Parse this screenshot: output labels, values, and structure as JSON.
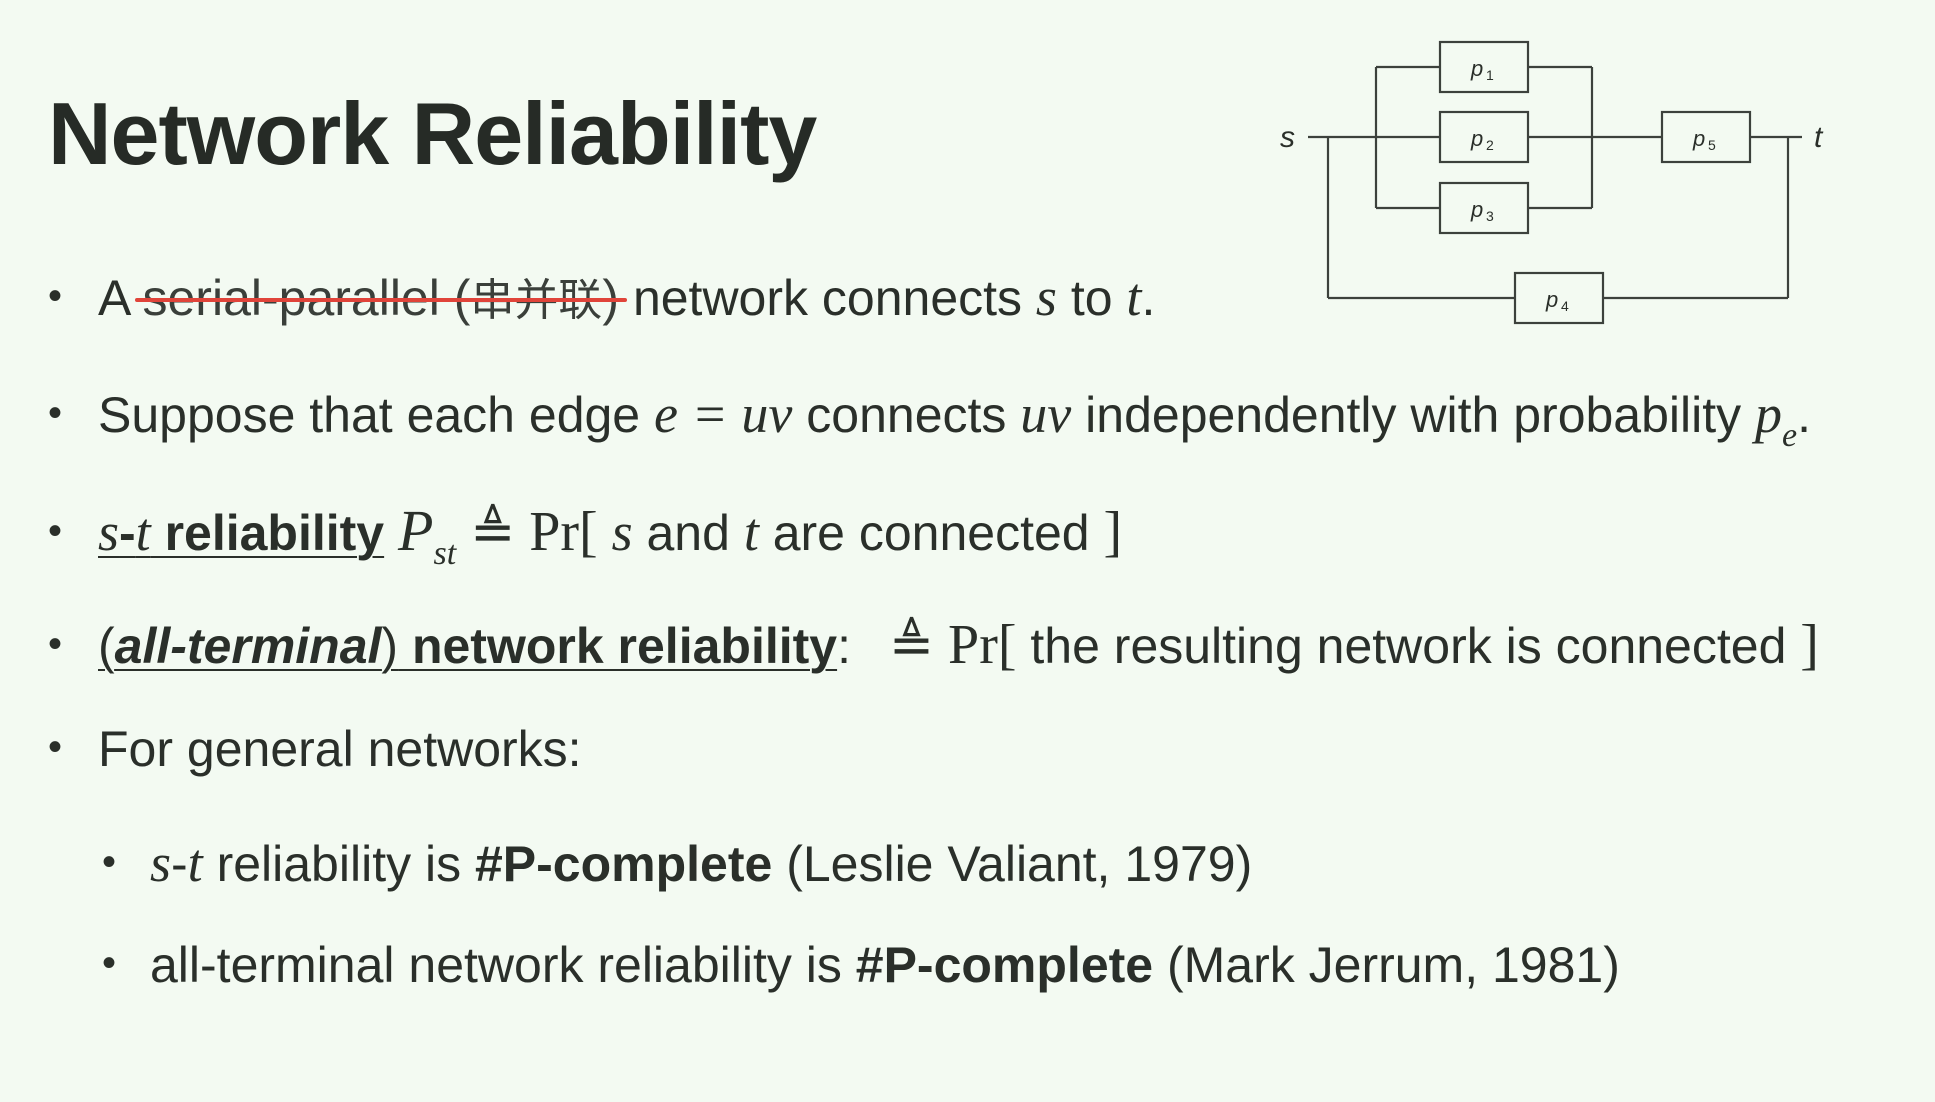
{
  "title": "Network Reliability",
  "bullets": {
    "b1": {
      "dot": "•",
      "pre": "A",
      "struck_text": "serial-parallel (",
      "struck_cjk": "串并联",
      "struck_close": ")",
      "text": " network connects ",
      "s": "s",
      "to": " to ",
      "t": "t",
      "end": "."
    },
    "b2": {
      "dot": "•",
      "pre": "Suppose that each edge ",
      "eq": "e = uv",
      "mid": " connects ",
      "uv": "uv",
      "post": " independently with probability ",
      "p": "p",
      "p_sub": "e",
      "end": "."
    },
    "b3": {
      "dot": "•",
      "term_s": "s",
      "term_dash": "-",
      "term_t": "t",
      "term_rest": " reliability",
      "P": "P",
      "P_sub": "st",
      "defeq": "≜",
      "pr_open": "Pr[",
      "s": "s",
      "and": " and ",
      "t": "t",
      "rest": " are connected ",
      "pr_close": "]"
    },
    "b4": {
      "dot": "•",
      "paren_open": "(",
      "term_italic": "all-terminal",
      "paren_close": ")",
      "term_rest": " network reliability",
      "colon": ":",
      "defeq": "≜",
      "pr_open": "Pr[",
      "rest": "  the resulting network is connected ",
      "pr_close": "]"
    },
    "b5": {
      "dot": "•",
      "text": "For general networks:"
    },
    "sub1": {
      "dot": "•",
      "s": "s",
      "dash": "-",
      "t": "t",
      "text": " reliability is ",
      "bold": "#P-complete",
      "cite": " (Leslie Valiant, 1979)"
    },
    "sub2": {
      "dot": "•",
      "text": "all-terminal network reliability is ",
      "bold": "#P-complete",
      "cite": " (Mark Jerrum, 1981)"
    }
  },
  "diagram": {
    "source": "s",
    "sink": "t",
    "edges": [
      {
        "label": "p",
        "sub": "1"
      },
      {
        "label": "p",
        "sub": "2"
      },
      {
        "label": "p",
        "sub": "3"
      },
      {
        "label": "p",
        "sub": "4"
      },
      {
        "label": "p",
        "sub": "5"
      }
    ]
  },
  "colors": {
    "background": "#f3faf2",
    "text": "#2a2f2a",
    "strike": "#e0443a",
    "diagram_stroke": "#3c413c"
  }
}
